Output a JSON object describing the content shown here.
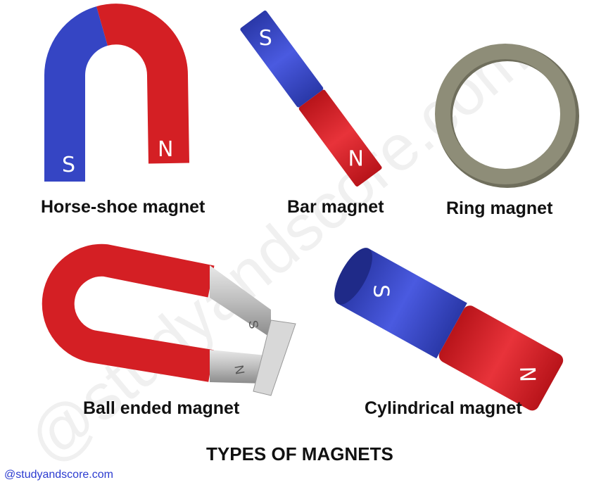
{
  "title": "TYPES OF MAGNETS",
  "credit": "@studyandscore.com",
  "watermark": "@studyandscore.com",
  "magnets": [
    {
      "label": "Horse-shoe magnet",
      "poles": [
        "S",
        "N"
      ]
    },
    {
      "label": "Bar magnet",
      "poles": [
        "S",
        "N"
      ]
    },
    {
      "label": "Ring magnet"
    },
    {
      "label": "Ball ended magnet",
      "poles": [
        "S",
        "N"
      ]
    },
    {
      "label": "Cylindrical magnet",
      "poles": [
        "S",
        "N"
      ]
    }
  ],
  "colors": {
    "north": "#d41f24",
    "south": "#3545c4",
    "ring": "#8e8d78",
    "steel": "#c8c8c8"
  }
}
